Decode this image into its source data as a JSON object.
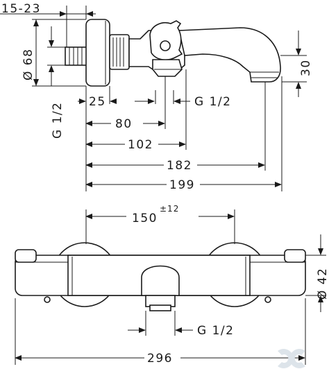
{
  "dimensions": {
    "top_left": "15-23",
    "diam_68": "Ø 68",
    "g_half_vertical": "G 1/2",
    "d25": "25",
    "g_half_upper": "G 1/2",
    "d30": "30",
    "d80": "80",
    "d102": "102",
    "d182": "182",
    "d199": "199",
    "d150": "150",
    "d150_tol": "±12",
    "diam_42": "Ø 42",
    "g_half_lower": "G 1/2",
    "d296": "296"
  }
}
